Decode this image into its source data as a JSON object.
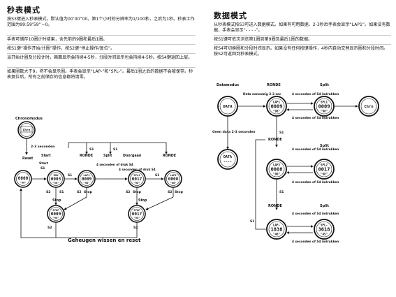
{
  "left": {
    "title": "秒表模式",
    "paragraphs": [
      "按S3键进入秒表模式。默认值为00’00”00。第1个小时的分辨率为1/100秒，之后为1秒。秒表工作范围为99:59’59’’~0。",
      "手表可储存10圈计时结果，含先前的9圈和最后1圈。",
      "按S1键“操作开始/计圈”操作，按S2键“停止操作/复位”。",
      "当开始计圈及分段计时，画面显示会持续4-5秒，分段时间显示也会持续4-5秒。按S4键返回上层。",
      "如果圈数大于9，将不会显示圈。手表会显示“LAP-”和“SPL-”。最后1圈之后的数据不会被保存。秒表复位后，所有之前储存的信息都将清零。"
    ],
    "diagram": {
      "top_label": "Chronomodus",
      "seconds_note": "2-3 seconden",
      "state_labels": [
        "Reset",
        "Start",
        "RONDE",
        "Split",
        "Doorgaan",
        "RONDE"
      ],
      "start_label": "Start",
      "stop_label": "Stop",
      "s1": "S1",
      "s2": "S2",
      "hold_notes": [
        "4 seconden of druk S4",
        "4 seconden of druk S4"
      ],
      "caption": "Geheugen wissen en reset",
      "displays": [
        {
          "top": "Chro",
          "main": "",
          "sub": ""
        },
        {
          "top": "",
          "main": "0000",
          "sub": "\"00\""
        },
        {
          "top": "RUN",
          "main": "0003",
          "sub": "\"56\""
        },
        {
          "top": "LAP1",
          "main": "0009",
          "sub": "\"98\""
        },
        {
          "top": "SPL1",
          "main": "0017",
          "sub": "\"98\""
        },
        {
          "top": "LAP2",
          "main": "0008",
          "sub": "\"00\""
        },
        {
          "top": "STOP",
          "main": "0009",
          "sub": "\"98\""
        },
        {
          "top": "STOP",
          "main": "0017",
          "sub": "\"98\""
        }
      ]
    }
  },
  "right": {
    "title": "数据模式",
    "paragraphs": [
      "从秒表模式按S3可进入数据模式。如果有可用数据，2-3秒后手表会显示“LAP1”。如果没有数据，手表会显示“- - - -”。",
      "按S1键可依次浏览第1圈到第9圈及最后1圈的数据。",
      "按S4可切换圈和分段时间显示。如果没有任何按键操作，4秒内自动交替显示圈和分段时间。按S2可返回到秒表模式。"
    ],
    "diagram": {
      "datamodus": "Datamodus",
      "ronde": "RONDE",
      "split": "Split",
      "data_note": "Data aanwezig 2-3 sec",
      "no_data_note": "Geen data 2-3 seconden",
      "hold_note": "4 seconden of S4 indrukken",
      "s1": "S1",
      "displays": [
        {
          "top": "DATA",
          "main": "",
          "sub": ""
        },
        {
          "top": "LAP1",
          "main": "0009",
          "sub": "\"98\""
        },
        {
          "top": "SPL1",
          "main": "0009",
          "sub": "\"98\""
        },
        {
          "top": "Chro",
          "main": "",
          "sub": ""
        },
        {
          "top": "DATA",
          "main": "----",
          "sub": ""
        },
        {
          "top": "LAP2",
          "main": "0008",
          "sub": "\"00\""
        },
        {
          "top": "SPL2",
          "main": "0017",
          "sub": "\"98\""
        },
        {
          "top": "LAP-",
          "main": "1838",
          "sub": "\"48\""
        },
        {
          "top": "SPL-",
          "main": "3618",
          "sub": "\"45\""
        }
      ]
    }
  }
}
